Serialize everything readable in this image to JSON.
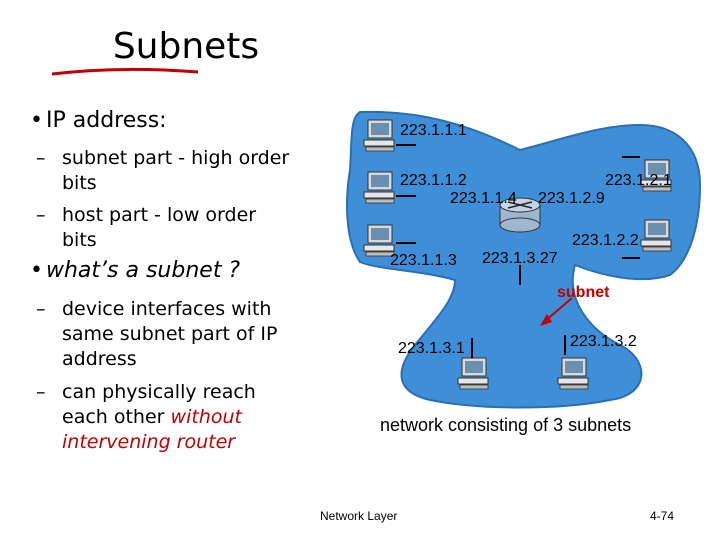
{
  "slide": {
    "title": "Subnets",
    "bullets": [
      {
        "text": "IP address:",
        "subs": [
          {
            "line1": "subnet part - high order",
            "line2": "bits"
          },
          {
            "line1": "host part - low order",
            "line2": "bits"
          }
        ]
      },
      {
        "text": "what’s a subnet ?",
        "subs": [
          {
            "line1": "device interfaces with",
            "line2": "same subnet part of IP",
            "line3": "address"
          },
          {
            "line1": "can physically reach",
            "line2": "each other",
            "emph1": "without",
            "emph2": "intervening router"
          }
        ]
      }
    ]
  },
  "diagram": {
    "addresses": {
      "a1": "223.1.1.1",
      "a2": "223.1.1.2",
      "a3": "223.1.1.3",
      "a4": "223.1.1.4",
      "b1": "223.1.2.1",
      "b2": "223.1.2.2",
      "b9": "223.1.2.9",
      "c1": "223.1.3.1",
      "c2": "223.1.3.2",
      "c27": "223.1.3.27"
    },
    "subnet_label": "subnet",
    "caption": "network consisting of 3 subnets",
    "colors": {
      "blob": "#3f8fd8",
      "blob_edge": "#2a6fb5",
      "accent": "#c00000"
    }
  },
  "footer": {
    "left": "Network Layer",
    "right": "4-74"
  }
}
